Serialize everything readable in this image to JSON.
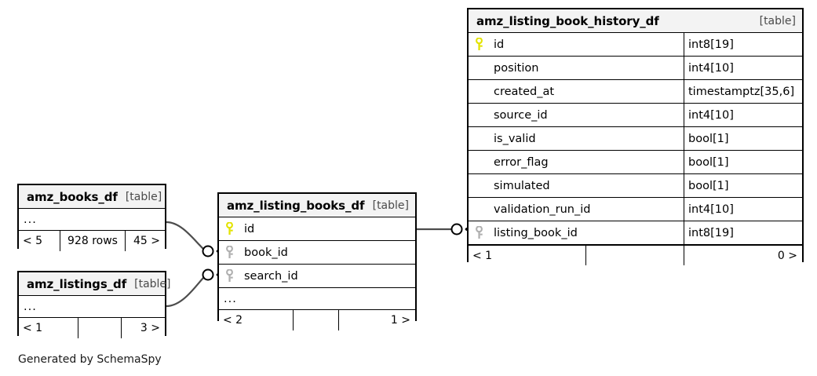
{
  "diagram": {
    "generator_caption": "Generated by SchemaSpy",
    "table_kind_label": "[table]",
    "ellipsis": "...",
    "colors": {
      "primary_key": "#e8e800",
      "foreign_key": "#b0b0b0",
      "header_bg": "#f3f3f3",
      "border": "#000000",
      "edge": "#4d4d4d",
      "background": "#ffffff"
    }
  },
  "tables": {
    "amz_books_df": {
      "name": "amz_books_df",
      "kind": "[table]",
      "ellipsis": "...",
      "columns": [],
      "footer": {
        "left": "< 5",
        "middle": "928 rows",
        "right": "45 >"
      }
    },
    "amz_listings_df": {
      "name": "amz_listings_df",
      "kind": "[table]",
      "ellipsis": "...",
      "columns": [],
      "footer": {
        "left": "< 1",
        "middle": "",
        "right": "3 >"
      }
    },
    "amz_listing_books_df": {
      "name": "amz_listing_books_df",
      "kind": "[table]",
      "ellipsis": "...",
      "columns": [
        {
          "key": "primary",
          "name": "id",
          "type": ""
        },
        {
          "key": "foreign",
          "name": "book_id",
          "type": ""
        },
        {
          "key": "foreign",
          "name": "search_id",
          "type": ""
        }
      ],
      "footer": {
        "left": "< 2",
        "middle": "",
        "right": "1 >"
      }
    },
    "amz_listing_book_history_df": {
      "name": "amz_listing_book_history_df",
      "kind": "[table]",
      "columns": [
        {
          "key": "primary",
          "name": "id",
          "type": "int8[19]"
        },
        {
          "key": "none",
          "name": "position",
          "type": "int4[10]"
        },
        {
          "key": "none",
          "name": "created_at",
          "type": "timestamptz[35,6]"
        },
        {
          "key": "none",
          "name": "source_id",
          "type": "int4[10]"
        },
        {
          "key": "none",
          "name": "is_valid",
          "type": "bool[1]"
        },
        {
          "key": "none",
          "name": "error_flag",
          "type": "bool[1]"
        },
        {
          "key": "none",
          "name": "simulated",
          "type": "bool[1]"
        },
        {
          "key": "none",
          "name": "validation_run_id",
          "type": "int4[10]"
        },
        {
          "key": "foreign",
          "name": "listing_book_id",
          "type": "int8[19]"
        }
      ],
      "footer": {
        "left": "< 1",
        "middle": "",
        "right": "0 >"
      }
    }
  },
  "relationships": [
    {
      "from": "amz_books_df",
      "to": "amz_listing_books_df.book_id",
      "cardinality": "zero-or-many"
    },
    {
      "from": "amz_listings_df",
      "to": "amz_listing_books_df.search_id",
      "cardinality": "zero-or-many"
    },
    {
      "from": "amz_listing_books_df.id",
      "to": "amz_listing_book_history_df.listing_book_id",
      "cardinality": "zero-or-many"
    }
  ]
}
